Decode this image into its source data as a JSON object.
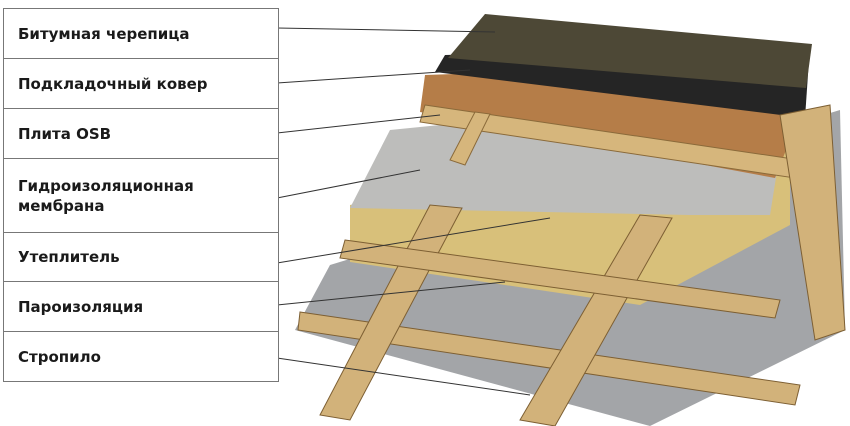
{
  "layers": [
    {
      "label": "Битумная черепица"
    },
    {
      "label": "Подкладочный ковер"
    },
    {
      "label": "Плита OSB"
    },
    {
      "label": "Гидроизоляционная мембрана"
    },
    {
      "label": "Утеплитель"
    },
    {
      "label": "Пароизоляция"
    },
    {
      "label": "Стропило"
    }
  ],
  "colors": {
    "shingle": "#4a4636",
    "underlay": "#222222",
    "osb": "#b07a45",
    "membrane": "#b8b8b6",
    "insulation": "#d9c27a",
    "vapor": "#9c9ea0",
    "wood": "#d2b27a"
  }
}
